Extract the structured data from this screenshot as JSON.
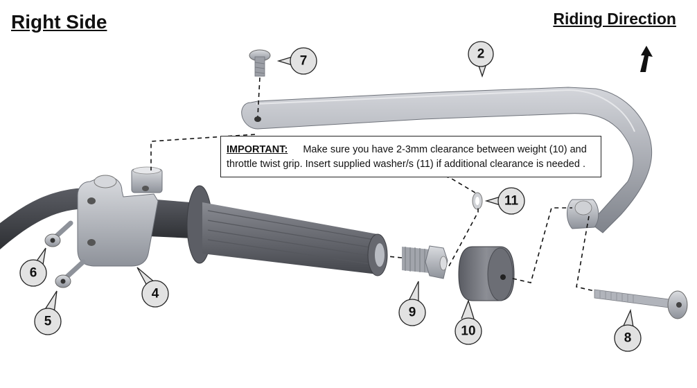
{
  "header": {
    "side_title": "Right Side",
    "direction_label": "Riding Direction"
  },
  "note": {
    "lead": "IMPORTANT:",
    "line1": "Make sure you have 2-3mm clearance between weight (10) and",
    "line2": "throttle twist grip. Insert supplied washer/s (11) if additional clearance is needed ."
  },
  "callouts": [
    "2",
    "4",
    "5",
    "6",
    "7",
    "8",
    "9",
    "10",
    "11"
  ],
  "colors": {
    "metal": "#b9bcc3",
    "metal_dark": "#8e929a",
    "rubber": "#6c6e76",
    "rubber_dark": "#4e5058",
    "handlebar": "#44464c",
    "callout_fill": "#e2e2e2"
  }
}
